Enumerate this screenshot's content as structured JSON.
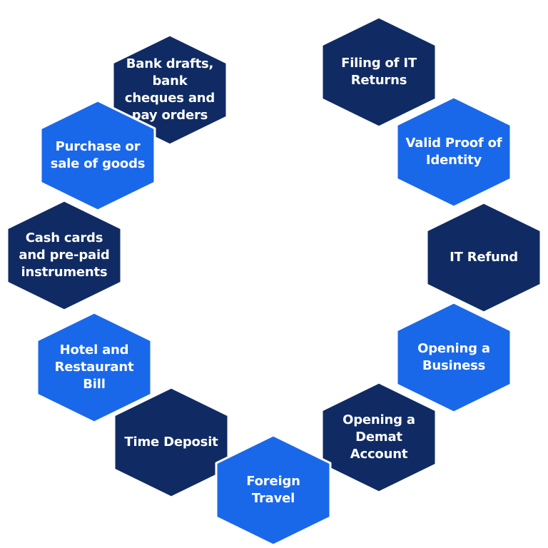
{
  "colors": {
    "dark": "#102b63",
    "bright": "#1a68ea",
    "border": "#ffffff"
  },
  "items": [
    {
      "label": "Bank drafts, bank cheques and pay orders",
      "shade": "dark"
    },
    {
      "label": "Filing of IT Returns",
      "shade": "dark"
    },
    {
      "label": "Purchase or sale of goods",
      "shade": "bright"
    },
    {
      "label": "Valid Proof of Identity",
      "shade": "bright"
    },
    {
      "label": "Cash cards and pre-paid instruments",
      "shade": "dark"
    },
    {
      "label": "IT Refund",
      "shade": "dark"
    },
    {
      "label": "Hotel and Restaurant Bill",
      "shade": "bright"
    },
    {
      "label": "Opening a Business",
      "shade": "bright"
    },
    {
      "label": "Time Deposit",
      "shade": "dark"
    },
    {
      "label": "Opening a Demat Account",
      "shade": "dark"
    },
    {
      "label": "Foreign Travel",
      "shade": "bright"
    }
  ]
}
